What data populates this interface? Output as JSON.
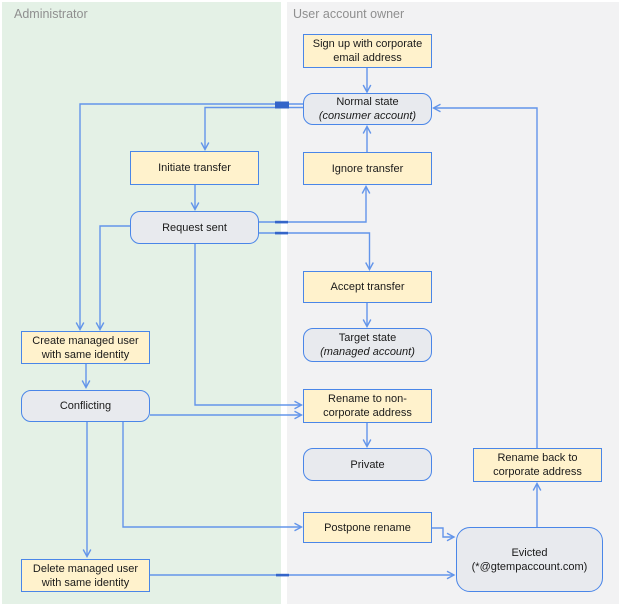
{
  "lanes": {
    "admin": {
      "label": "Administrator"
    },
    "owner": {
      "label": "User account owner"
    }
  },
  "nodes": {
    "signup": {
      "kind": "action",
      "lines": [
        "Sign up with corporate",
        "email address"
      ]
    },
    "normal": {
      "kind": "state",
      "lines": [
        "Normal state",
        "(consumer account)"
      ]
    },
    "initiate": {
      "kind": "action",
      "lines": [
        "Initiate transfer"
      ]
    },
    "ignore": {
      "kind": "action",
      "lines": [
        "Ignore transfer"
      ]
    },
    "request": {
      "kind": "state",
      "lines": [
        "Request sent"
      ]
    },
    "accept": {
      "kind": "action",
      "lines": [
        "Accept transfer"
      ]
    },
    "target": {
      "kind": "state",
      "lines": [
        "Target state",
        "(managed account)"
      ]
    },
    "create": {
      "kind": "action",
      "lines": [
        "Create managed user",
        "with same identity"
      ]
    },
    "conflicting": {
      "kind": "state",
      "lines": [
        "Conflicting"
      ]
    },
    "rename_non": {
      "kind": "action",
      "lines": [
        "Rename to non-",
        "corporate address"
      ]
    },
    "private": {
      "kind": "state",
      "lines": [
        "Private"
      ]
    },
    "rename_back": {
      "kind": "action",
      "lines": [
        "Rename back to",
        "corporate address"
      ]
    },
    "postpone": {
      "kind": "action",
      "lines": [
        "Postpone rename"
      ]
    },
    "evicted": {
      "kind": "state",
      "lines": [
        "Evicted",
        "(*@gtempaccount.com)"
      ]
    },
    "delete": {
      "kind": "action",
      "lines": [
        "Delete managed user",
        "with same identity"
      ]
    }
  },
  "colors": {
    "lane_admin_bg": "#e4f1e6",
    "lane_owner_bg": "#f2f2f3",
    "lane_label": "#8f8f8f",
    "action_fill": "#fff2cc",
    "state_fill": "#e8eaee",
    "border": "#4a86e8",
    "connector": "#6395ea",
    "connector_overlap": "#3465c9"
  }
}
